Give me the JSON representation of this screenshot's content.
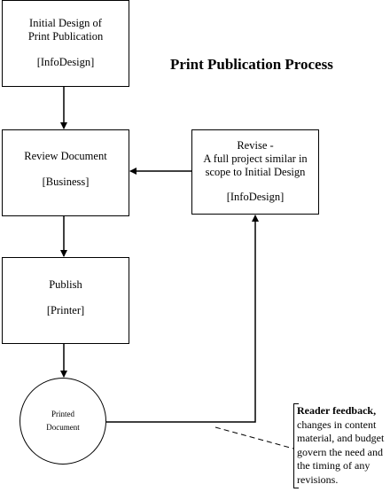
{
  "title": "Print Publication Process",
  "boxes": {
    "initial_design": {
      "line1": "Initial Design of",
      "line2": "Print Publication",
      "role": "[InfoDesign]"
    },
    "review_document": {
      "line1": "Review Document",
      "role": "[Business]"
    },
    "publish": {
      "line1": "Publish",
      "role": "[Printer]"
    },
    "revise": {
      "line1": "Revise -",
      "line2": "A full project similar in",
      "line3": "scope to Initial Design",
      "role": "[InfoDesign]"
    }
  },
  "circle": {
    "line1": "Printed",
    "line2": "Document"
  },
  "note": {
    "bold_text": "Reader feedback,",
    "lines": [
      "changes in content",
      "material, and budget",
      "govern the need and",
      "the timing of any",
      "revisions."
    ]
  }
}
